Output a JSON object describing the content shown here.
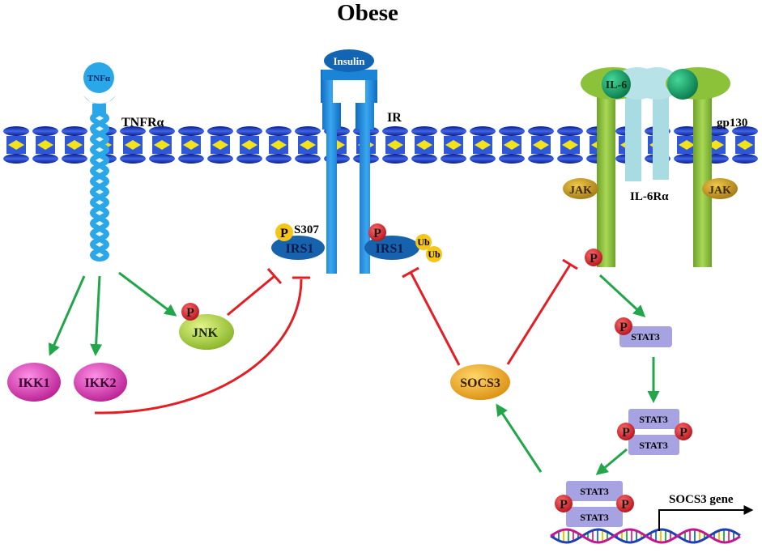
{
  "title": "Obese",
  "labels": {
    "tnf": "TNFα",
    "tnfr": "TNFRα",
    "insulin": "Insulin",
    "ir": "IR",
    "il6": "IL-6",
    "gp130": "gp130",
    "jak": "JAK",
    "il6ra": "IL-6Rα",
    "s307": "S307",
    "irs1": "IRS1",
    "ub": "Ub",
    "p": "P",
    "jnk": "JNK",
    "ikk1": "IKK1",
    "ikk2": "IKK2",
    "socs3": "SOCS3",
    "stat3": "STAT3",
    "socs3_gene": "SOCS3 gene"
  },
  "colors": {
    "membrane_blue": "#1a2fb0",
    "membrane_yellow": "#f4e21a",
    "receptor_cyan": "#2aa7e8",
    "ir_blue": "#1b84d6",
    "irs1": "#1762ad",
    "gp130_green": "#8cc23a",
    "il6ra": "#a9dbe3",
    "il6": "#1aa56a",
    "jak": "#c89a1c",
    "phospho_red": "#d7262c",
    "ub_yellow": "#f5c518",
    "jnk": "#a9d23a",
    "ikk": "#e23ab4",
    "socs3": "#f0a51a",
    "stat3": "#a7a3e2",
    "activation_arrow": "#22a64a",
    "inhibition_line": "#e31e24"
  }
}
